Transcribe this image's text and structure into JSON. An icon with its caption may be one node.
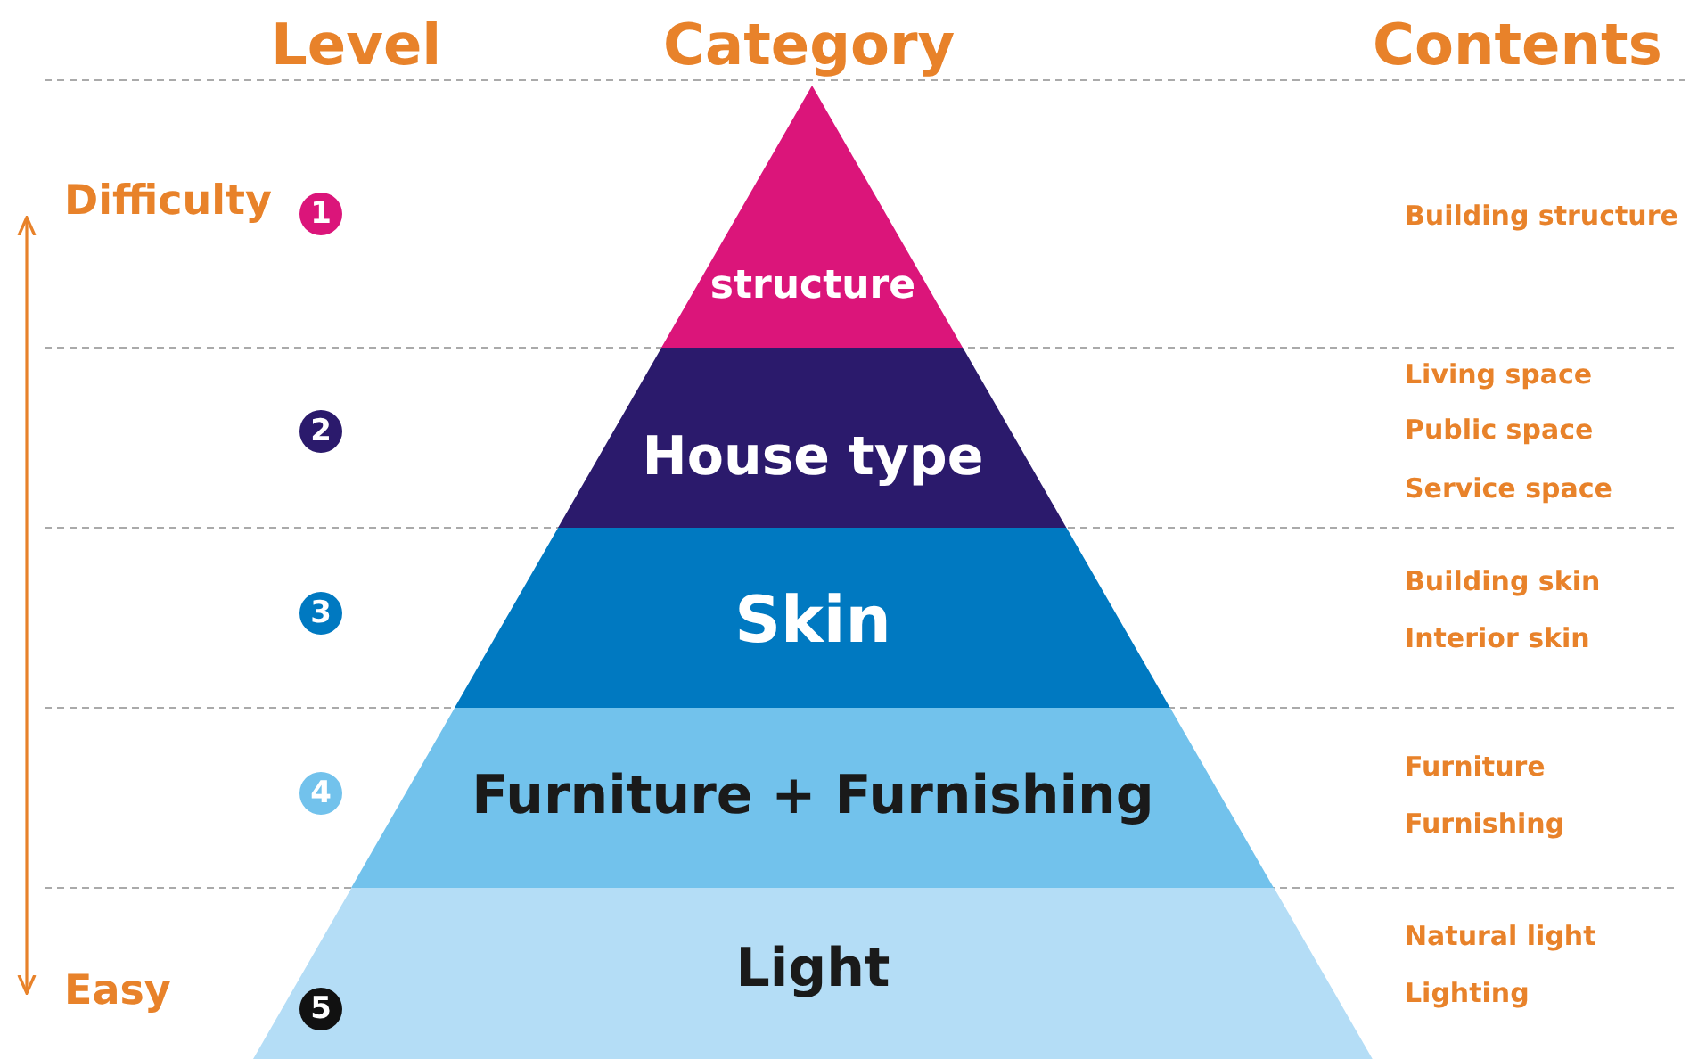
{
  "diagram": {
    "nodes": [
      {
        "text": [
          "structure"
        ]
      },
      {
        "text": [
          "House type"
        ]
      },
      {
        "text": [
          "Skin"
        ]
      },
      {
        "text": [
          "Furniture + Furnishing"
        ]
      },
      {
        "text": [
          "Light"
        ]
      }
    ],
    "labels": [
      "Level",
      "Category",
      "Contents",
      "Difficulty",
      "1",
      "Building structure",
      "2",
      "Living space",
      "Public space",
      "Service space",
      "3",
      "Building skin",
      "Interior skin",
      "4",
      "Furniture",
      "Furnishing",
      "5",
      "Easy",
      "Natural light",
      "Lighting"
    ]
  }
}
